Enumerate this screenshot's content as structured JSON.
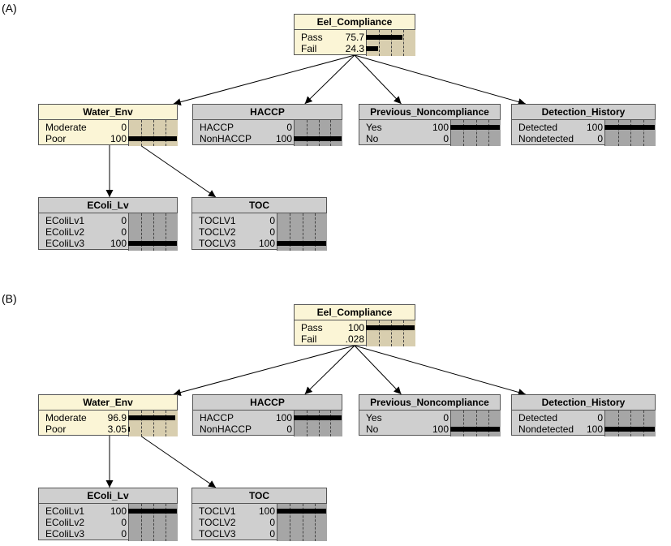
{
  "panels": [
    {
      "label": "(A)",
      "nodes": [
        {
          "id": "eel_compliance",
          "title": "Eel_Compliance",
          "color": "yellow",
          "states": [
            {
              "name": "Pass",
              "value": "75.7",
              "fraction": 0.757
            },
            {
              "name": "Fail",
              "value": "24.3",
              "fraction": 0.243
            }
          ]
        },
        {
          "id": "water_env",
          "title": "Water_Env",
          "color": "yellow",
          "states": [
            {
              "name": "Moderate",
              "value": "0",
              "fraction": 0
            },
            {
              "name": "Poor",
              "value": "100",
              "fraction": 1
            }
          ]
        },
        {
          "id": "haccp",
          "title": "HACCP",
          "color": "gray",
          "states": [
            {
              "name": "HACCP",
              "value": "0",
              "fraction": 0
            },
            {
              "name": "NonHACCP",
              "value": "100",
              "fraction": 1
            }
          ]
        },
        {
          "id": "previous_noncompliance",
          "title": "Previous_Noncompliance",
          "color": "gray",
          "states": [
            {
              "name": "Yes",
              "value": "100",
              "fraction": 1
            },
            {
              "name": "No",
              "value": "0",
              "fraction": 0
            }
          ]
        },
        {
          "id": "detection_history",
          "title": "Detection_History",
          "color": "gray",
          "states": [
            {
              "name": "Detected",
              "value": "100",
              "fraction": 1
            },
            {
              "name": "Nondetected",
              "value": "0",
              "fraction": 0
            }
          ]
        },
        {
          "id": "ecoli_lv",
          "title": "EColi_Lv",
          "color": "gray",
          "states": [
            {
              "name": "EColiLv1",
              "value": "0",
              "fraction": 0
            },
            {
              "name": "EColiLv2",
              "value": "0",
              "fraction": 0
            },
            {
              "name": "EColiLv3",
              "value": "100",
              "fraction": 1
            }
          ]
        },
        {
          "id": "toc",
          "title": "TOC",
          "color": "gray",
          "states": [
            {
              "name": "TOCLV1",
              "value": "0",
              "fraction": 0
            },
            {
              "name": "TOCLV2",
              "value": "0",
              "fraction": 0
            },
            {
              "name": "TOCLV3",
              "value": "100",
              "fraction": 1
            }
          ]
        }
      ]
    },
    {
      "label": "(B)",
      "nodes": [
        {
          "id": "eel_compliance",
          "title": "Eel_Compliance",
          "color": "yellow",
          "states": [
            {
              "name": "Pass",
              "value": "100",
              "fraction": 1
            },
            {
              "name": "Fail",
              "value": ".028",
              "fraction": 0.00028
            }
          ]
        },
        {
          "id": "water_env",
          "title": "Water_Env",
          "color": "yellow",
          "states": [
            {
              "name": "Moderate",
              "value": "96.9",
              "fraction": 0.969
            },
            {
              "name": "Poor",
              "value": "3.05",
              "fraction": 0.0305
            }
          ]
        },
        {
          "id": "haccp",
          "title": "HACCP",
          "color": "gray",
          "states": [
            {
              "name": "HACCP",
              "value": "100",
              "fraction": 1
            },
            {
              "name": "NonHACCP",
              "value": "0",
              "fraction": 0
            }
          ]
        },
        {
          "id": "previous_noncompliance",
          "title": "Previous_Noncompliance",
          "color": "gray",
          "states": [
            {
              "name": "Yes",
              "value": "0",
              "fraction": 0
            },
            {
              "name": "No",
              "value": "100",
              "fraction": 1
            }
          ]
        },
        {
          "id": "detection_history",
          "title": "Detection_History",
          "color": "gray",
          "states": [
            {
              "name": "Detected",
              "value": "0",
              "fraction": 0
            },
            {
              "name": "Nondetected",
              "value": "100",
              "fraction": 1
            }
          ]
        },
        {
          "id": "ecoli_lv",
          "title": "EColi_Lv",
          "color": "gray",
          "states": [
            {
              "name": "EColiLv1",
              "value": "100",
              "fraction": 1
            },
            {
              "name": "EColiLv2",
              "value": "0",
              "fraction": 0
            },
            {
              "name": "EColiLv3",
              "value": "0",
              "fraction": 0
            }
          ]
        },
        {
          "id": "toc",
          "title": "TOC",
          "color": "gray",
          "states": [
            {
              "name": "TOCLV1",
              "value": "100",
              "fraction": 1
            },
            {
              "name": "TOCLV2",
              "value": "0",
              "fraction": 0
            },
            {
              "name": "TOCLV3",
              "value": "0",
              "fraction": 0
            }
          ]
        }
      ]
    }
  ],
  "edges": [
    {
      "from": "eel_compliance",
      "to": "water_env"
    },
    {
      "from": "eel_compliance",
      "to": "haccp"
    },
    {
      "from": "eel_compliance",
      "to": "previous_noncompliance"
    },
    {
      "from": "eel_compliance",
      "to": "detection_history"
    },
    {
      "from": "water_env",
      "to": "ecoli_lv"
    },
    {
      "from": "water_env",
      "to": "toc"
    }
  ],
  "colors": {
    "yellow_node": "#fbf5d6",
    "gray_node": "#cfcfcf",
    "bar": "#000000"
  }
}
